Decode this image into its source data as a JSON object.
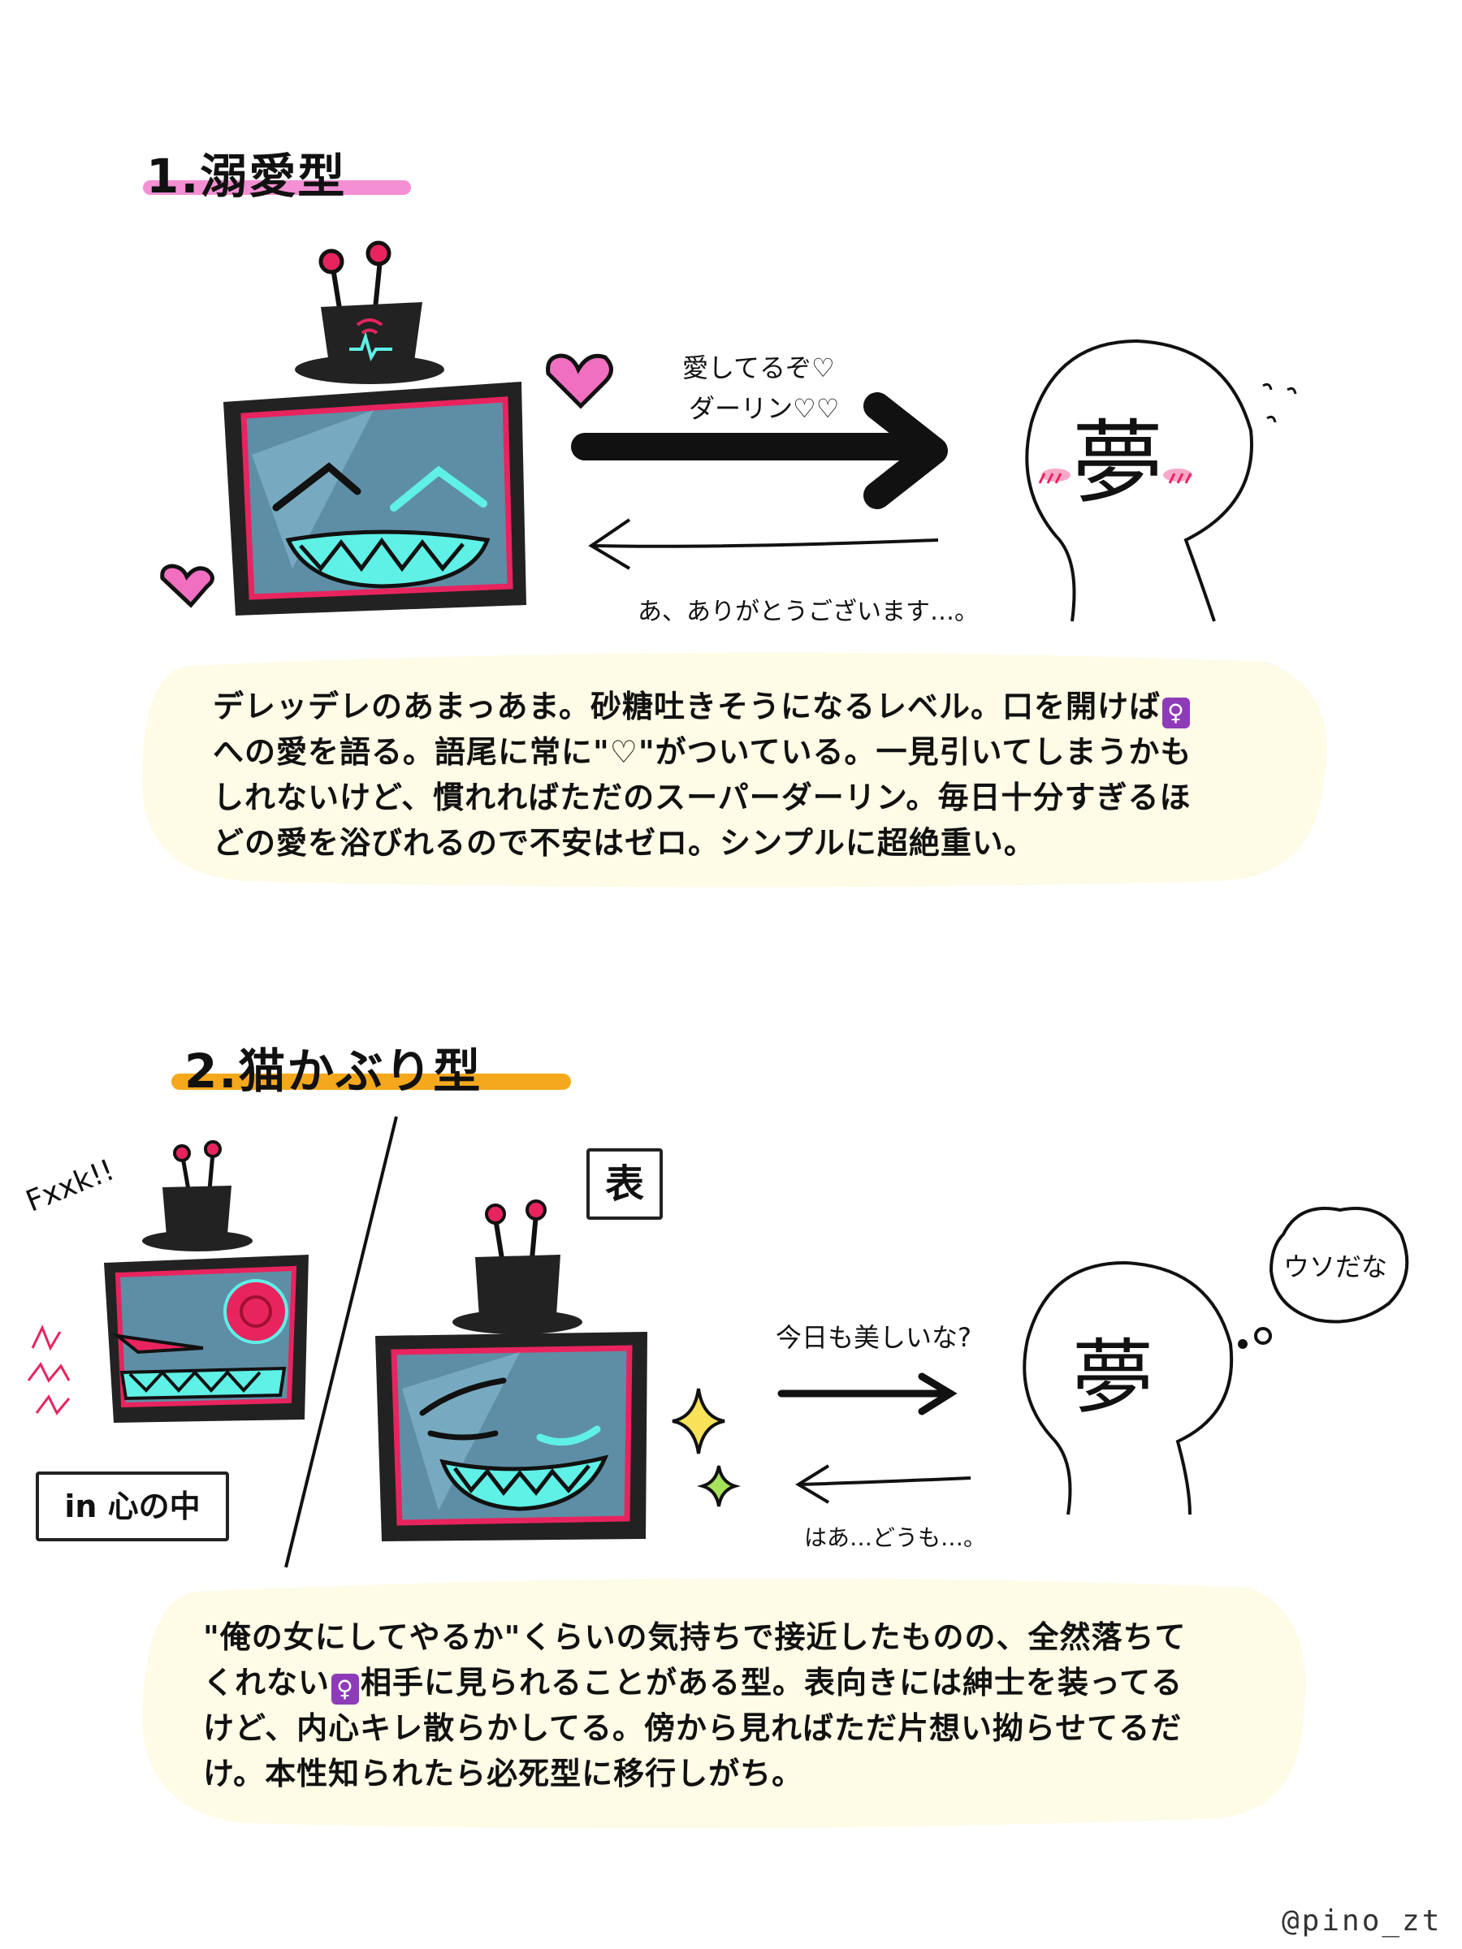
{
  "section1": {
    "title": "1.溺愛型",
    "accent": "#f58fd3",
    "speech_to": [
      "愛してるぞ♡",
      "ダーリン♡♡"
    ],
    "speech_back": "あ、ありがとうございます…。",
    "yume": "夢",
    "paragraph": [
      {
        "text": "デレッデレのあまっあま。砂糖吐きそうになるレベル。口を開けば",
        "emoji": "🚺"
      },
      {
        "text": "への愛を語る。語尾に常に\"♡\"がついている。一見引いてしまうかも"
      },
      {
        "text": "しれないけど、慣れればただのスーパーダーリン。毎日十分すぎるほ"
      },
      {
        "text": "どの愛を浴びれるので不安はゼロ。シンプルに超絶重い。"
      }
    ]
  },
  "section2": {
    "title": "2.猫かぶり型",
    "accent": "#f5a81c",
    "curse": "Fxxk!!",
    "inner_label": "in 心の中",
    "surface_label": "表",
    "speech_to": "今日も美しいな?",
    "speech_back": "はあ…どうも…。",
    "thought": "ウソだな",
    "yume": "夢",
    "paragraph": [
      {
        "text": "\"俺の女にしてやるか\"くらいの気持ちで接近したものの、全然落ちて"
      },
      {
        "pre": "くれない",
        "emoji": "🚺",
        "text": "相手に見られることがある型。表向きには紳士を装ってる"
      },
      {
        "text": "けど、内心キレ散らかしてる。傍から見ればただ片想い拗らせてるだ"
      },
      {
        "text": "け。本性知られたら必死型に移行しがち。"
      }
    ]
  },
  "credit": "@pino_zt",
  "colors": {
    "bubble": "#fefbe6",
    "tv_frame": "#222222",
    "tv_border": "#e8245f",
    "screen": "#5e8ea6",
    "teeth": "#5ff0e6",
    "heart": "#f06fc0"
  }
}
